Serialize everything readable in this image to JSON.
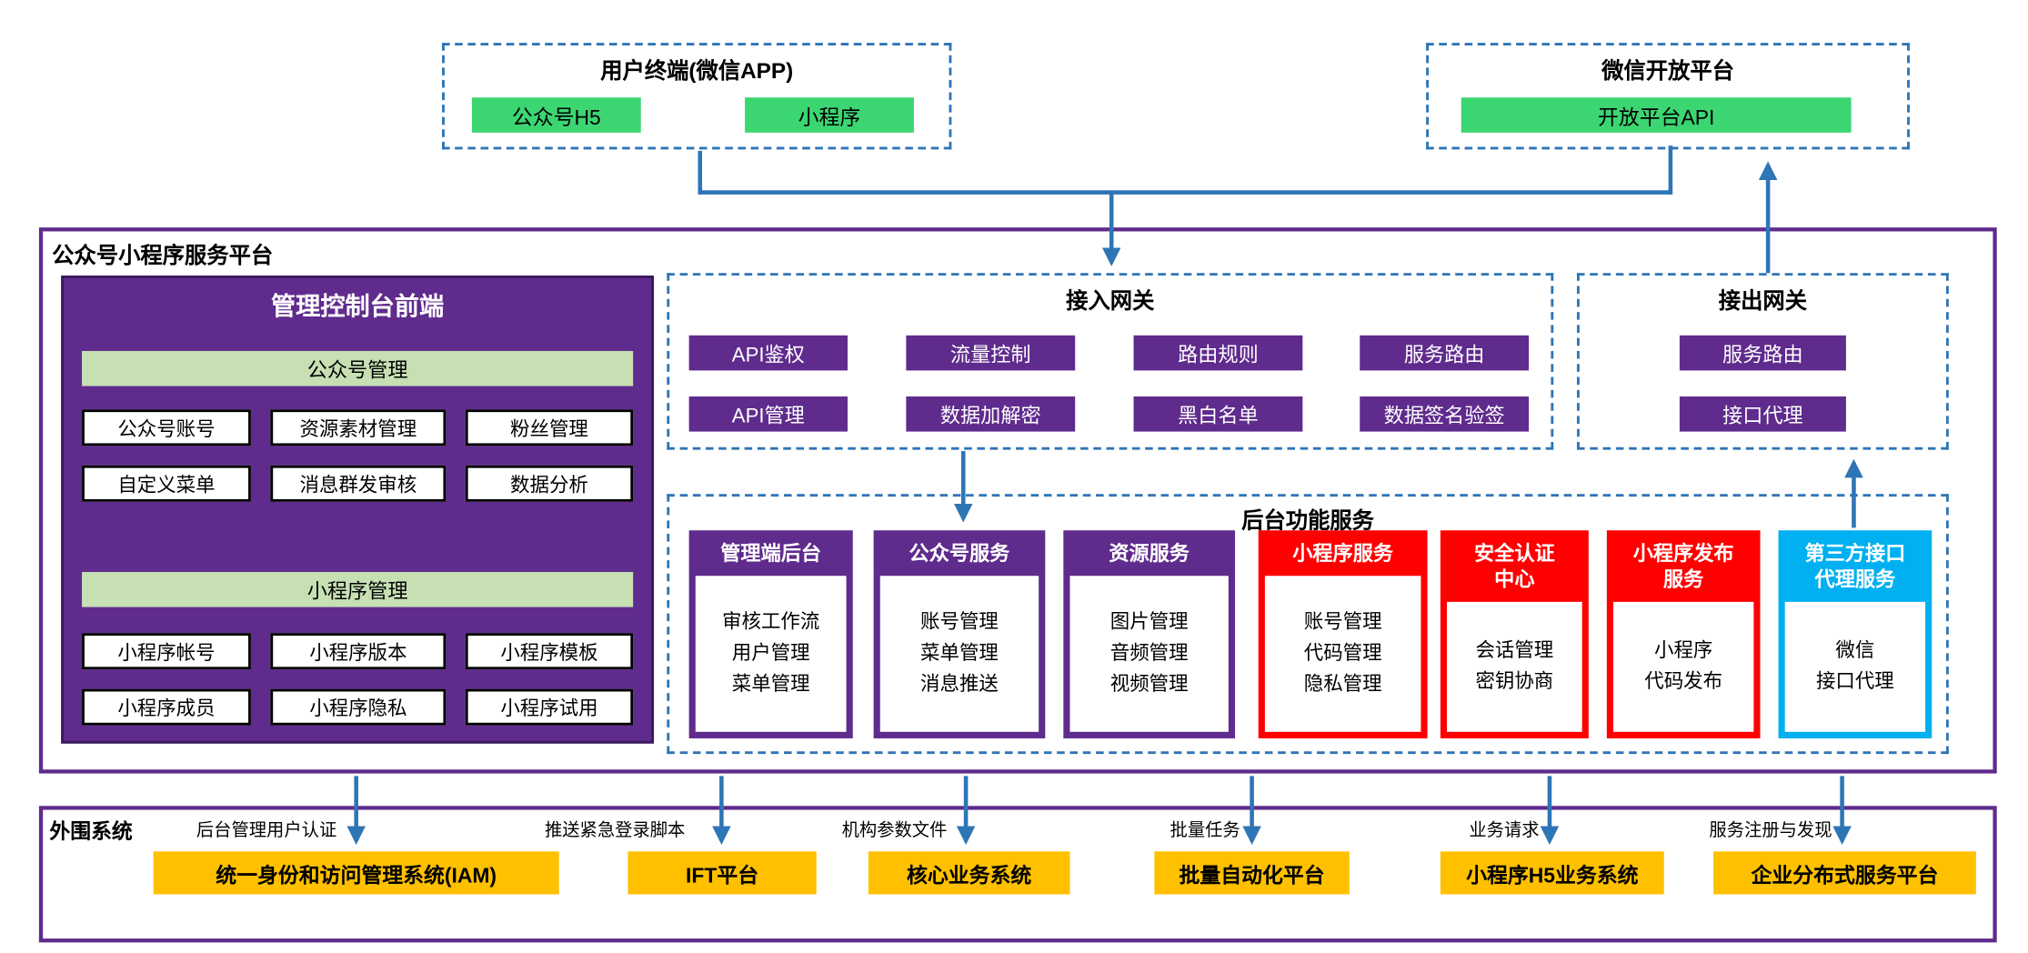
{
  "colors": {
    "purple": "#5F2B8D",
    "red": "#FF0000",
    "cyan_blue": "#00B0F0",
    "green": "#3BD672",
    "light_green": "#C6E0B4",
    "orange": "#FFC000",
    "arrow_blue": "#2E75B6"
  },
  "user_terminal": {
    "title": "用户终端(微信APP)",
    "items": [
      "公众号H5",
      "小程序"
    ]
  },
  "open_platform": {
    "title": "微信开放平台",
    "api": "开放平台API"
  },
  "platform": {
    "title": "公众号小程序服务平台",
    "console": {
      "title": "管理控制台前端",
      "official_header": "公众号管理",
      "official_items": [
        "公众号账号",
        "资源素材管理",
        "粉丝管理",
        "自定义菜单",
        "消息群发审核",
        "数据分析"
      ],
      "mini_header": "小程序管理",
      "mini_items": [
        "小程序帐号",
        "小程序版本",
        "小程序模板",
        "小程序成员",
        "小程序隐私",
        "小程序试用"
      ]
    },
    "ingress": {
      "title": "接入网关",
      "items": [
        "API鉴权",
        "流量控制",
        "路由规则",
        "服务路由",
        "API管理",
        "数据加解密",
        "黑白名单",
        "数据签名验签"
      ]
    },
    "egress": {
      "title": "接出网关",
      "items": [
        "服务路由",
        "接口代理"
      ]
    },
    "backend": {
      "title": "后台功能服务",
      "services": [
        {
          "title": "管理端后台",
          "lines": [
            "审核工作流",
            "用户管理",
            "菜单管理"
          ]
        },
        {
          "title": "公众号服务",
          "lines": [
            "账号管理",
            "菜单管理",
            "消息推送"
          ]
        },
        {
          "title": "资源服务",
          "lines": [
            "图片管理",
            "音频管理",
            "视频管理"
          ]
        },
        {
          "title": "小程序服务",
          "lines": [
            "账号管理",
            "代码管理",
            "隐私管理"
          ]
        },
        {
          "title": "安全认证中心",
          "lines": [
            "会话管理",
            "密钥协商"
          ]
        },
        {
          "title": "小程序发布服务",
          "lines": [
            "小程序",
            "代码发布"
          ]
        },
        {
          "title": "第三方接口代理服务",
          "lines": [
            "微信",
            "接口代理"
          ]
        }
      ]
    }
  },
  "external": {
    "title": "外围系统",
    "links": [
      {
        "label": "后台管理用户认证",
        "system": "统一身份和访问管理系统(IAM)"
      },
      {
        "label": "推送紧急登录脚本",
        "system": "IFT平台"
      },
      {
        "label": "机构参数文件",
        "system": "核心业务系统"
      },
      {
        "label": "批量任务",
        "system": "批量自动化平台"
      },
      {
        "label": "业务请求",
        "system": "小程序H5业务系统"
      },
      {
        "label": "服务注册与发现",
        "system": "企业分布式服务平台"
      }
    ]
  }
}
